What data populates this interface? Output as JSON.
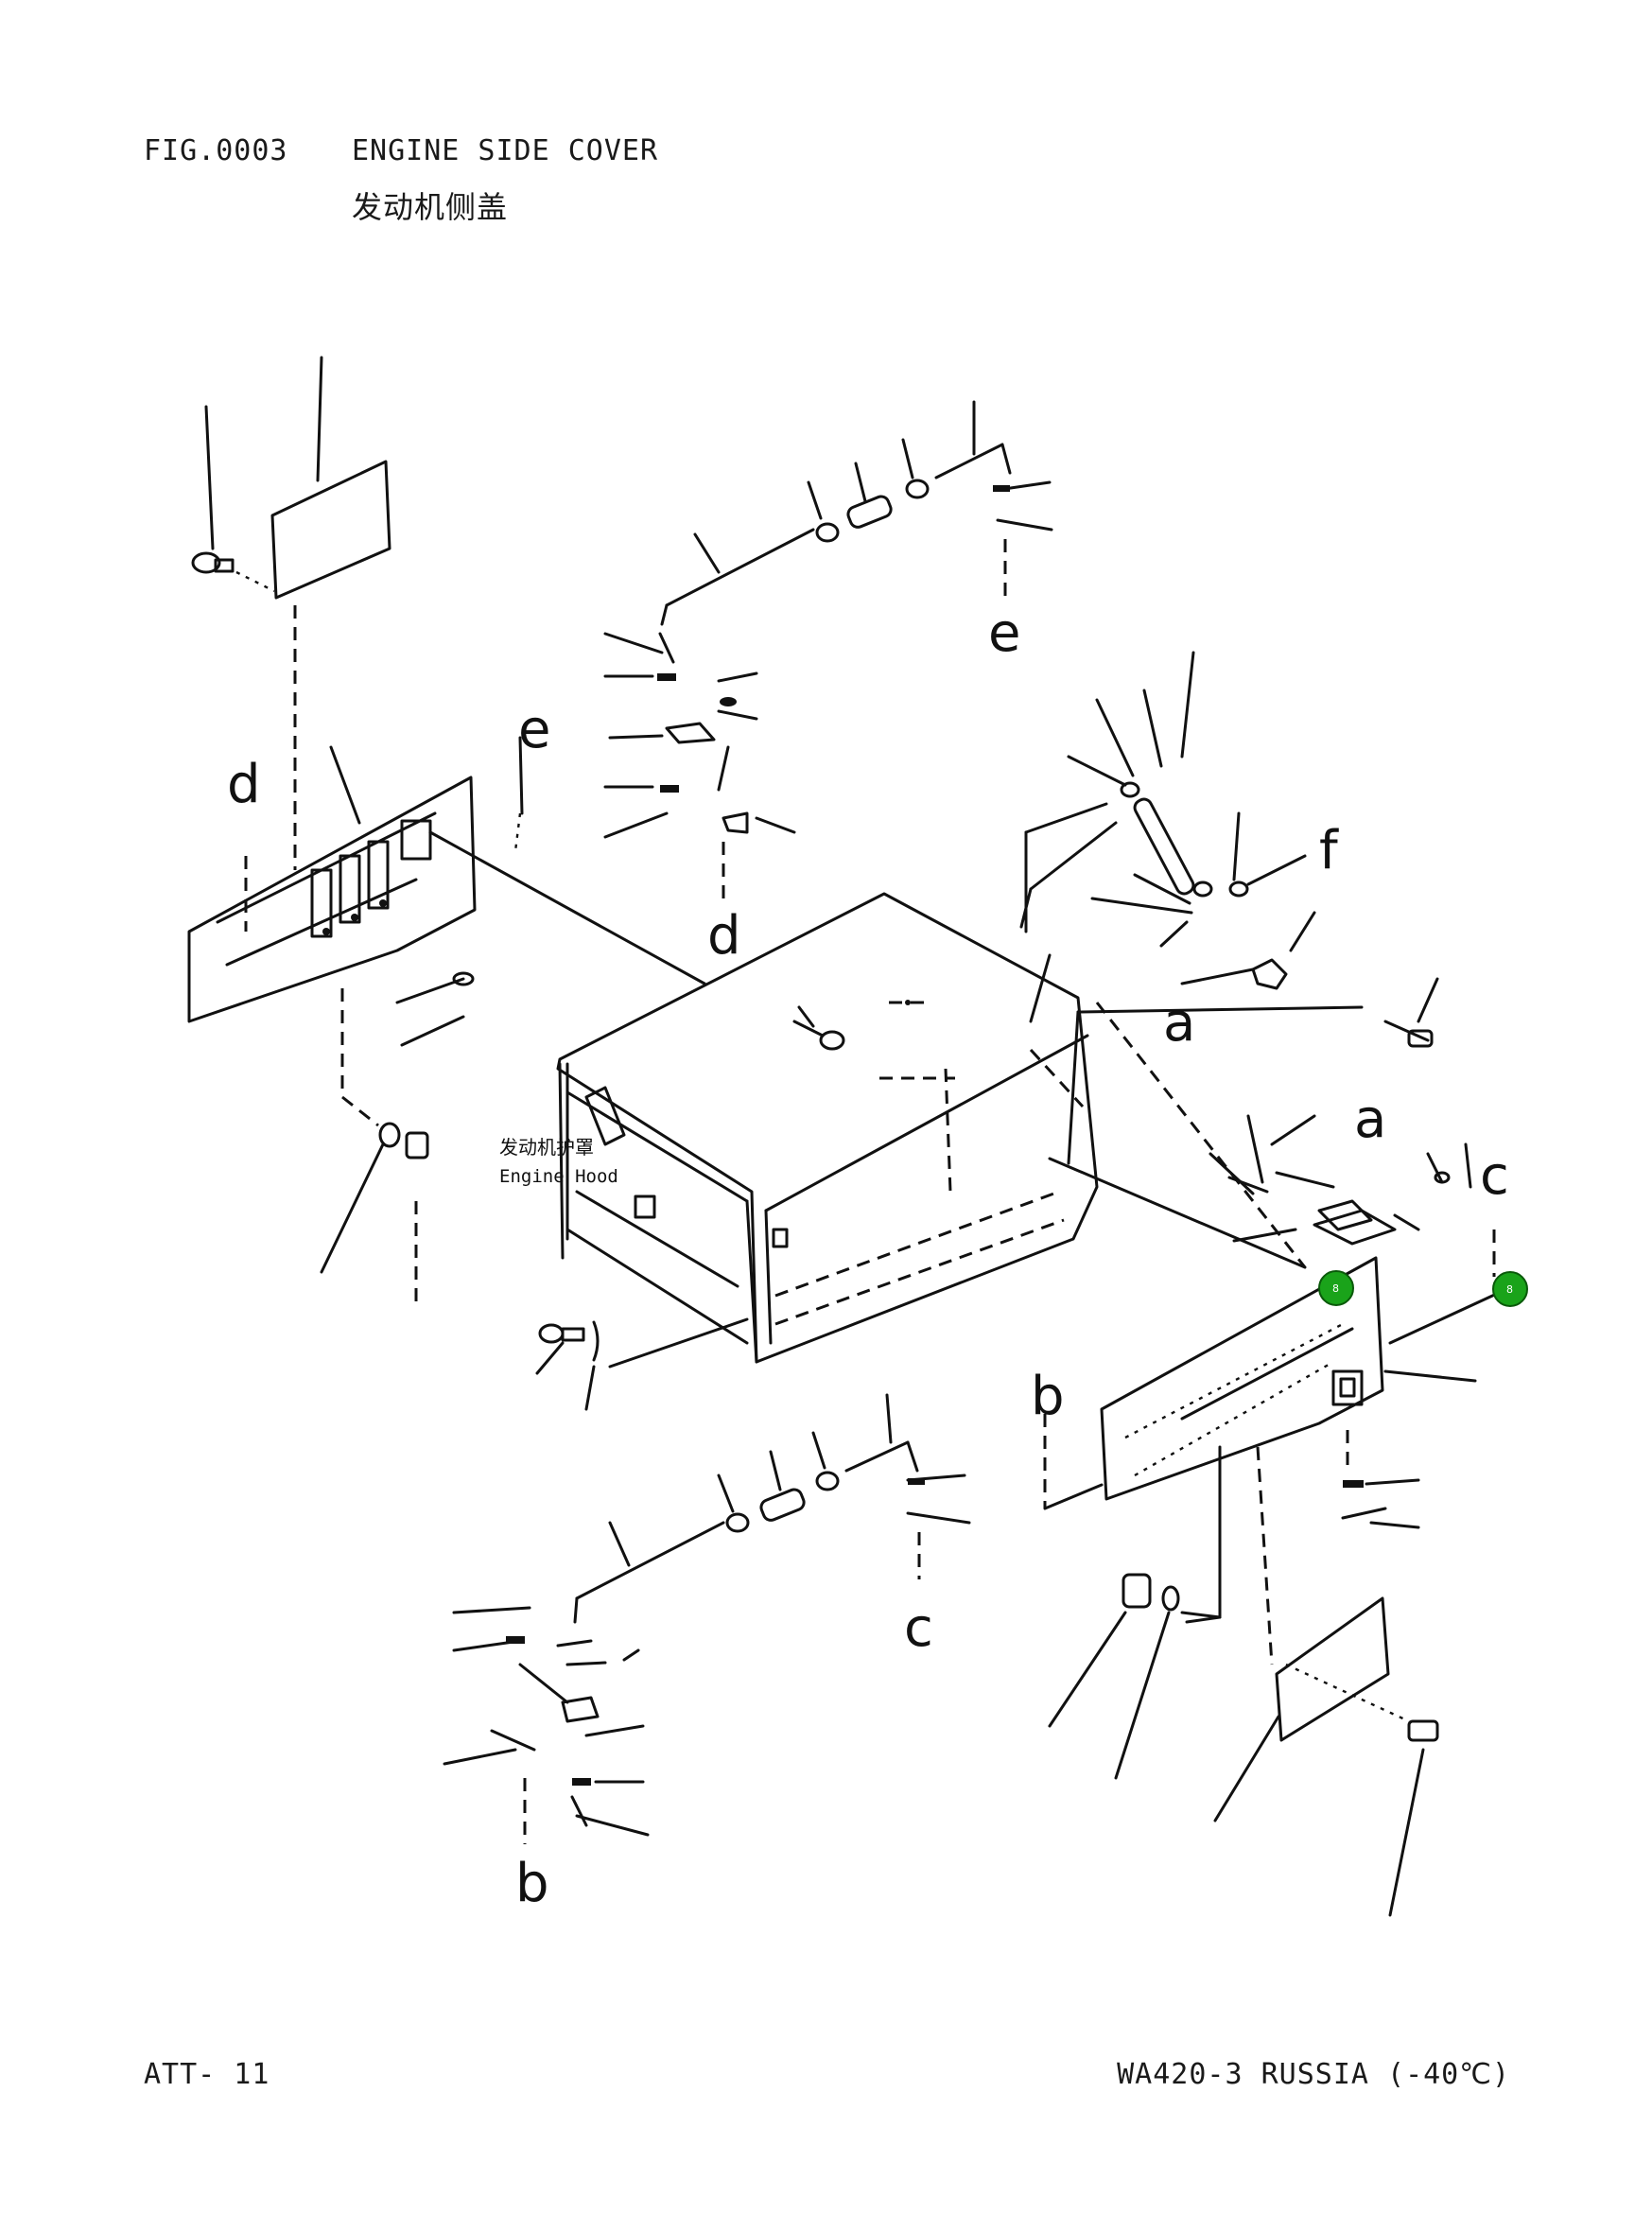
{
  "header": {
    "figure_number": "FIG.0003",
    "title": "ENGINE SIDE COVER",
    "title_cn": "发动机侧盖"
  },
  "footer": {
    "page_code": "ATT- 11",
    "model": "WA420-3 RUSSIA (-40℃)"
  },
  "diagram": {
    "part_label": {
      "name_cn": "发动机护罩",
      "name_en": "Engine Hood"
    },
    "reference_letters": {
      "a1": "a",
      "a2": "a",
      "b1": "b",
      "b2": "b",
      "c1": "c",
      "c2": "c",
      "d1": "d",
      "d2": "d",
      "e1": "e",
      "e2": "e",
      "f1": "f"
    },
    "markers": [
      {
        "label": "8",
        "color": "#1aa31a"
      },
      {
        "label": "8",
        "color": "#1aa31a"
      }
    ]
  }
}
